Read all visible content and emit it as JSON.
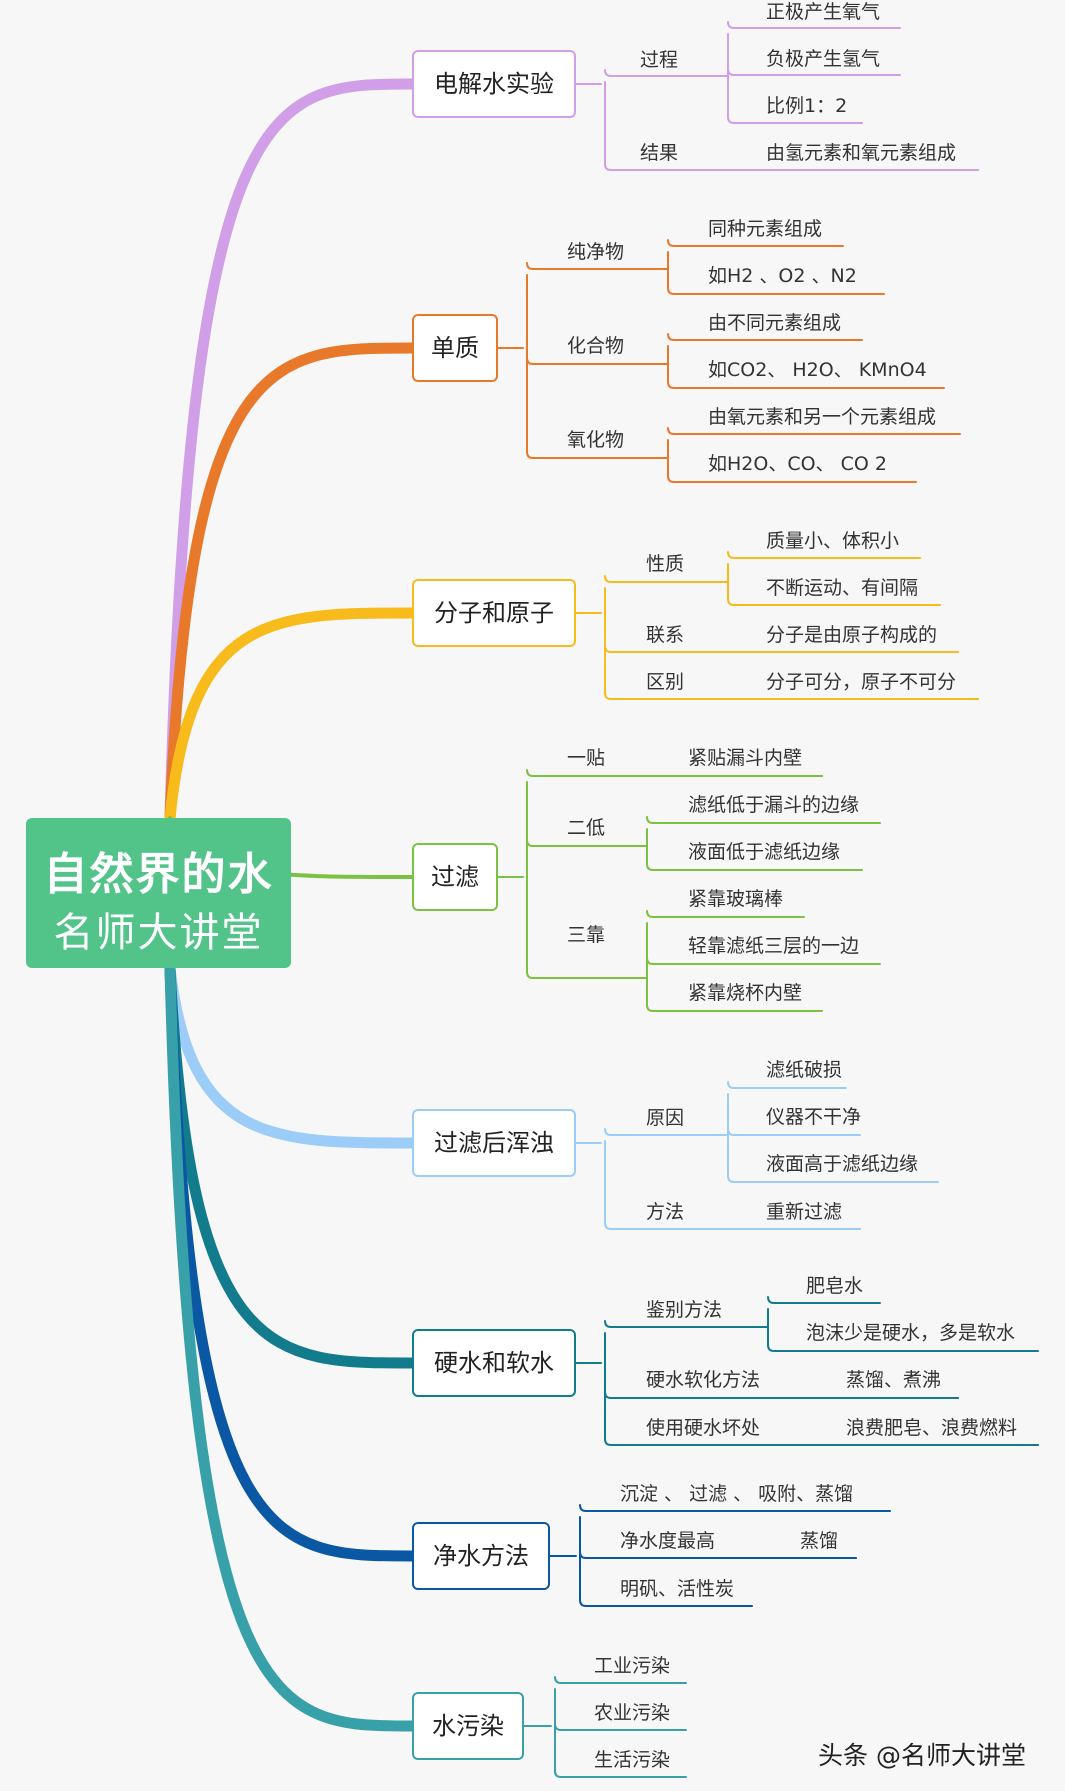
{
  "root": {
    "title": "自然界的水",
    "subtitle": "名师大讲堂"
  },
  "colors": {
    "electrolysis": "#d19ee8",
    "elements": "#e8782a",
    "molecules": "#f8bb1c",
    "filtration": "#7cc142",
    "turbid": "#9ccdf8",
    "hardness": "#137c8c",
    "purify": "#0a58a4",
    "pollution": "#38a0a8",
    "root": "#52c48a"
  },
  "branches": [
    {
      "title": "电解水实验",
      "subs": [
        {
          "label": "过程",
          "leaves": [
            "正极产生氧气",
            "负极产生氢气",
            "比例1：2"
          ]
        },
        {
          "label": "结果",
          "leaves": [
            "由氢元素和氧元素组成"
          ]
        }
      ]
    },
    {
      "title": "单质",
      "subs": [
        {
          "label": "纯净物",
          "leaves": [
            "同种元素组成",
            "如H2 、O2 、N2"
          ]
        },
        {
          "label": "化合物",
          "leaves": [
            "由不同元素组成",
            "如CO2、 H2O、 KMnO4"
          ]
        },
        {
          "label": "氧化物",
          "leaves": [
            "由氧元素和另一个元素组成",
            "如H2O、CO、 CO 2"
          ]
        }
      ]
    },
    {
      "title": "分子和原子",
      "subs": [
        {
          "label": "性质",
          "leaves": [
            "质量小、体积小",
            "不断运动、有间隔"
          ]
        },
        {
          "label": "联系",
          "leaves": [
            "分子是由原子构成的"
          ]
        },
        {
          "label": "区别",
          "leaves": [
            "分子可分，原子不可分"
          ]
        }
      ]
    },
    {
      "title": "过滤",
      "subs": [
        {
          "label": "一贴",
          "leaves": [
            "紧贴漏斗内壁"
          ]
        },
        {
          "label": "二低",
          "leaves": [
            "滤纸低于漏斗的边缘",
            "液面低于滤纸边缘"
          ]
        },
        {
          "label": "三靠",
          "leaves": [
            "紧靠玻璃棒",
            "轻靠滤纸三层的一边",
            "紧靠烧杯内壁"
          ]
        }
      ]
    },
    {
      "title": "过滤后浑浊",
      "subs": [
        {
          "label": "原因",
          "leaves": [
            "滤纸破损",
            "仪器不干净",
            "液面高于滤纸边缘"
          ]
        },
        {
          "label": "方法",
          "leaves": [
            "重新过滤"
          ]
        }
      ]
    },
    {
      "title": "硬水和软水",
      "subs": [
        {
          "label": "鉴别方法",
          "leaves": [
            "肥皂水",
            "泡沫少是硬水，多是软水"
          ]
        },
        {
          "label": "硬水软化方法",
          "leaves": [
            "蒸馏、煮沸"
          ]
        },
        {
          "label": "使用硬水坏处",
          "leaves": [
            "浪费肥皂、浪费燃料"
          ]
        }
      ]
    },
    {
      "title": "净水方法",
      "subs": [
        {
          "label": "沉淀 、 过滤 、 吸附、蒸馏",
          "leaves": []
        },
        {
          "label": "净水度最高",
          "leaves": [
            "蒸馏"
          ]
        },
        {
          "label": "明矾、活性炭",
          "leaves": []
        }
      ]
    },
    {
      "title": "水污染",
      "subs": [
        {
          "label": "工业污染",
          "leaves": []
        },
        {
          "label": "农业污染",
          "leaves": []
        },
        {
          "label": "生活污染",
          "leaves": []
        }
      ]
    }
  ],
  "watermark": "头条 @名师大讲堂"
}
